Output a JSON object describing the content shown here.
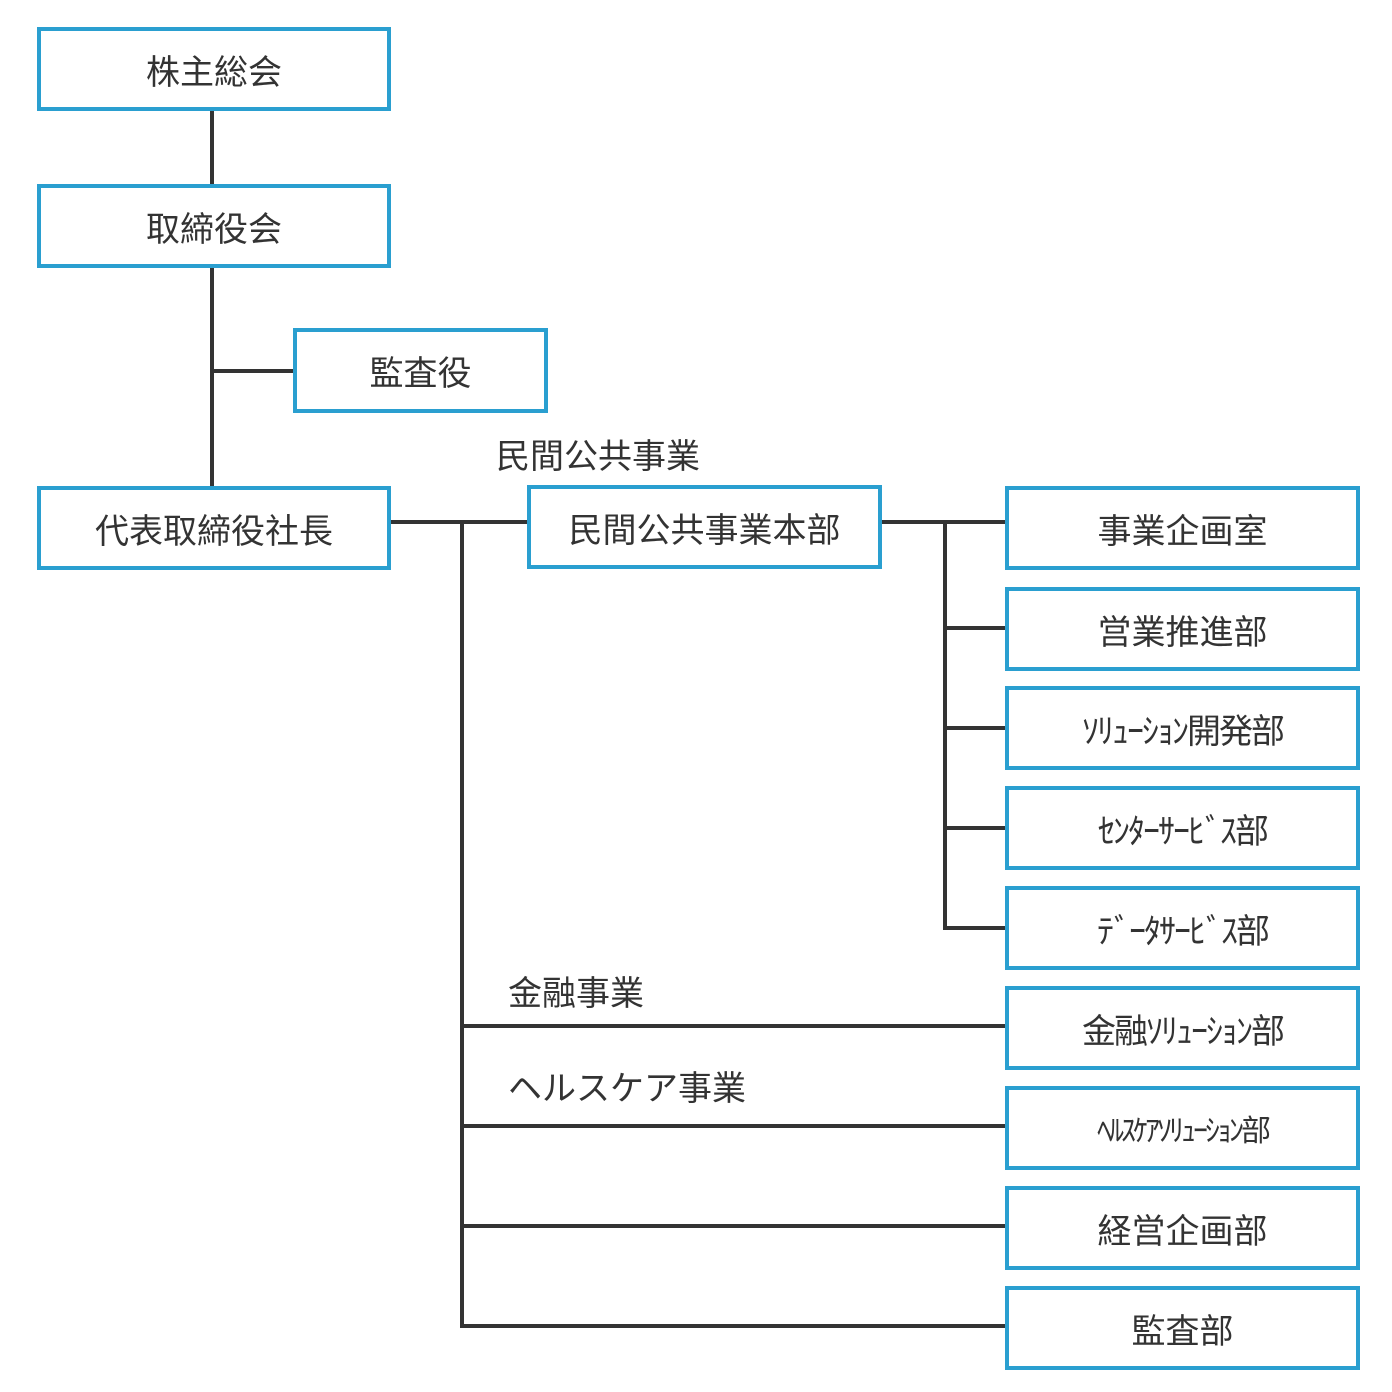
{
  "org_chart": {
    "shareholders_meeting": "株主総会",
    "board_of_directors": "取締役会",
    "auditor": "監査役",
    "president": "代表取締役社長",
    "public_private": {
      "section_label": "民間公共事業",
      "headquarters": "民間公共事業本部",
      "departments": [
        "事業企画室",
        "営業推進部",
        "ｿﾘｭｰｼｮﾝ開発部",
        "ｾﾝﾀｰｻｰﾋﾞｽ部",
        "ﾃﾞｰﾀｻｰﾋﾞｽ部"
      ]
    },
    "finance": {
      "section_label": "金融事業",
      "department": "金融ｿﾘｭｰｼｮﾝ部"
    },
    "healthcare": {
      "section_label": "ヘルスケア事業",
      "department": "ﾍﾙｽｹｱｿﾘｭｰｼｮﾝ部"
    },
    "corporate_planning": "経営企画部",
    "audit_department": "監査部"
  },
  "colors": {
    "box_border": "#2a9fd0",
    "line": "#333333",
    "text": "#333333"
  }
}
